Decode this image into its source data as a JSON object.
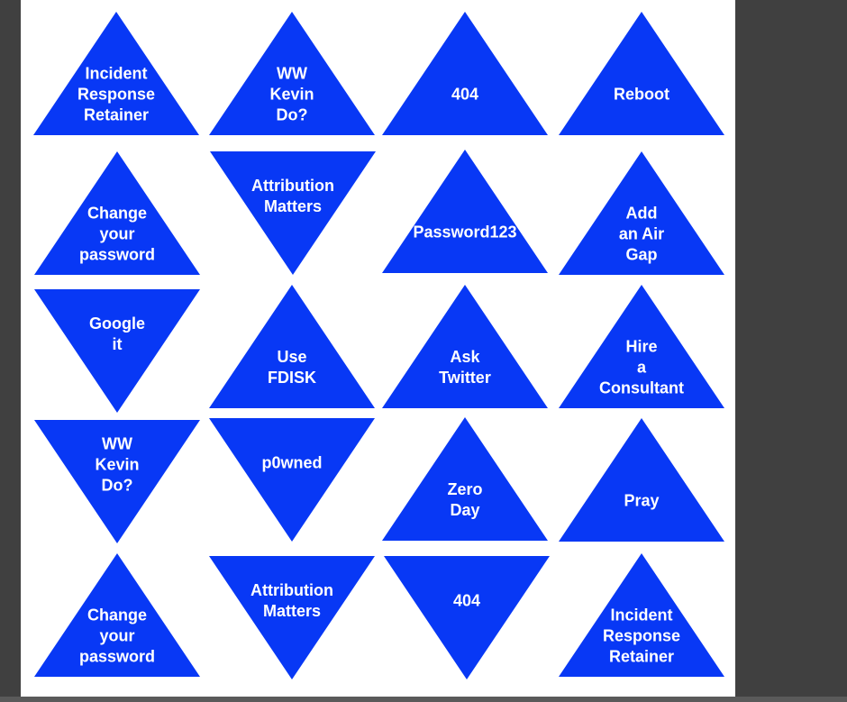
{
  "colors": {
    "triangle": "#0838f5",
    "text": "#ffffff",
    "background": "#404040",
    "panel": "#ffffff"
  },
  "tiles": [
    {
      "dir": "up",
      "lines": [
        "Incident",
        "Response",
        "Retainer"
      ]
    },
    {
      "dir": "up",
      "lines": [
        "WW",
        "Kevin",
        "Do?"
      ]
    },
    {
      "dir": "up",
      "lines": [
        "404"
      ]
    },
    {
      "dir": "up",
      "lines": [
        "Reboot"
      ]
    },
    {
      "dir": "up",
      "lines": [
        "Change",
        "your",
        "password"
      ]
    },
    {
      "dir": "down",
      "lines": [
        "Attribution",
        "Matters"
      ]
    },
    {
      "dir": "up",
      "lines": [
        "Password123"
      ]
    },
    {
      "dir": "up",
      "lines": [
        "Add",
        "an Air",
        "Gap"
      ]
    },
    {
      "dir": "down",
      "lines": [
        "Google",
        "it"
      ]
    },
    {
      "dir": "up",
      "lines": [
        "Use",
        "FDISK"
      ]
    },
    {
      "dir": "up",
      "lines": [
        "Ask",
        "Twitter"
      ]
    },
    {
      "dir": "up",
      "lines": [
        "Hire",
        "a",
        "Consultant"
      ]
    },
    {
      "dir": "down",
      "lines": [
        "WW",
        "Kevin",
        "Do?"
      ]
    },
    {
      "dir": "down",
      "lines": [
        "p0wned"
      ]
    },
    {
      "dir": "up",
      "lines": [
        "Zero",
        "Day"
      ]
    },
    {
      "dir": "up",
      "lines": [
        "Pray"
      ]
    },
    {
      "dir": "up",
      "lines": [
        "Change",
        "your",
        "password"
      ]
    },
    {
      "dir": "down",
      "lines": [
        "Attribution",
        "Matters"
      ]
    },
    {
      "dir": "down",
      "lines": [
        "404"
      ]
    },
    {
      "dir": "up",
      "lines": [
        "Incident",
        "Response",
        "Retainer"
      ]
    }
  ]
}
